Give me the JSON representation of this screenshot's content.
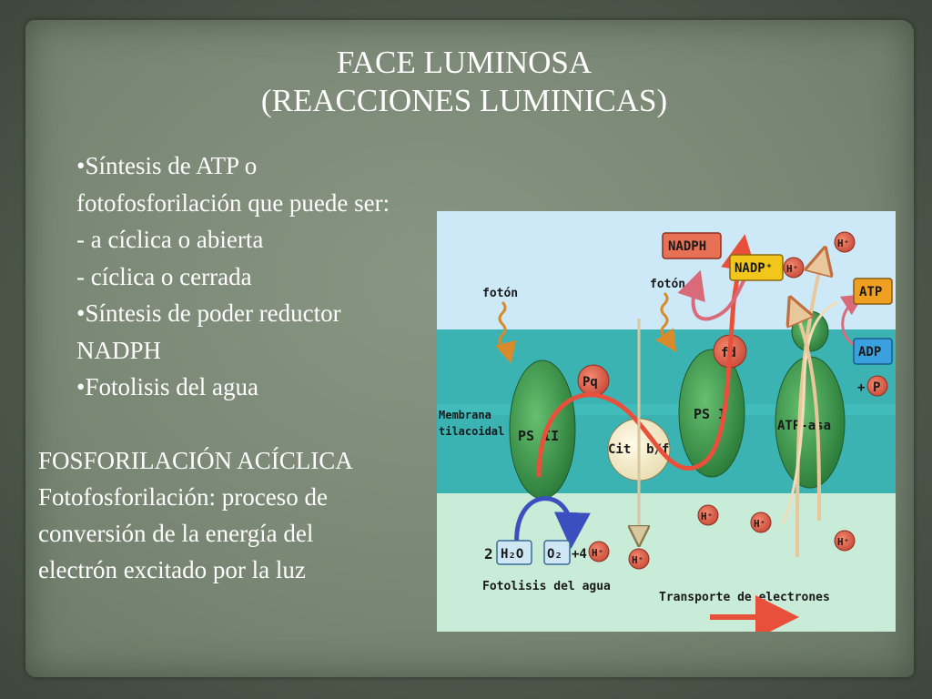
{
  "slide": {
    "title_line1": "FACE LUMINOSA",
    "title_line2": "(REACCIONES LUMINICAS)",
    "bullets": [
      "•Síntesis de ATP o",
      "fotofosforilación que puede ser:",
      "- a cíclica o abierta",
      "- cíclica o cerrada",
      "•Síntesis de poder reductor",
      "NADPH",
      "•Fotolisis del agua"
    ],
    "heading": "FOSFORILACIÓN ACÍCLICA",
    "paragraph": [
      "Fotofosforilación: proceso de",
      "conversión de la energía del",
      "electrón excitado por la luz"
    ]
  },
  "diagram": {
    "photon_left": "fotón",
    "photon_right": "fotón",
    "membrane_line1": "Membrana",
    "membrane_line2": "tilacoidal",
    "ps2": "PS II",
    "ps1": "PS I",
    "pq": "Pq",
    "cyt": "Cit  b/f",
    "fd": "fd",
    "atpase": "ATP-asa",
    "nadph": "NADPH",
    "nadp": "NADP⁺",
    "atp": "ATP",
    "adp": "ADP",
    "plus_p": "+ P",
    "p": "P",
    "h_plus": "H⁺",
    "water_coef": "2",
    "water": "H₂O",
    "oxygen": "O₂",
    "plus4": "+4",
    "photolysis": "Fotolisis del agua",
    "transport": "Transporte de electrones",
    "colors": {
      "sky": "#cde9f7",
      "membrane": "#3bb3b3",
      "lumen": "#c9ecd8",
      "green": "#3e9e4e",
      "red_arrow": "#e8503c",
      "blue_arrow": "#3c4fbf",
      "nadph_box": "#e87055",
      "nadp_box": "#f2c61a",
      "atp_box": "#f0a020",
      "adp_box": "#3aa0e0"
    }
  }
}
